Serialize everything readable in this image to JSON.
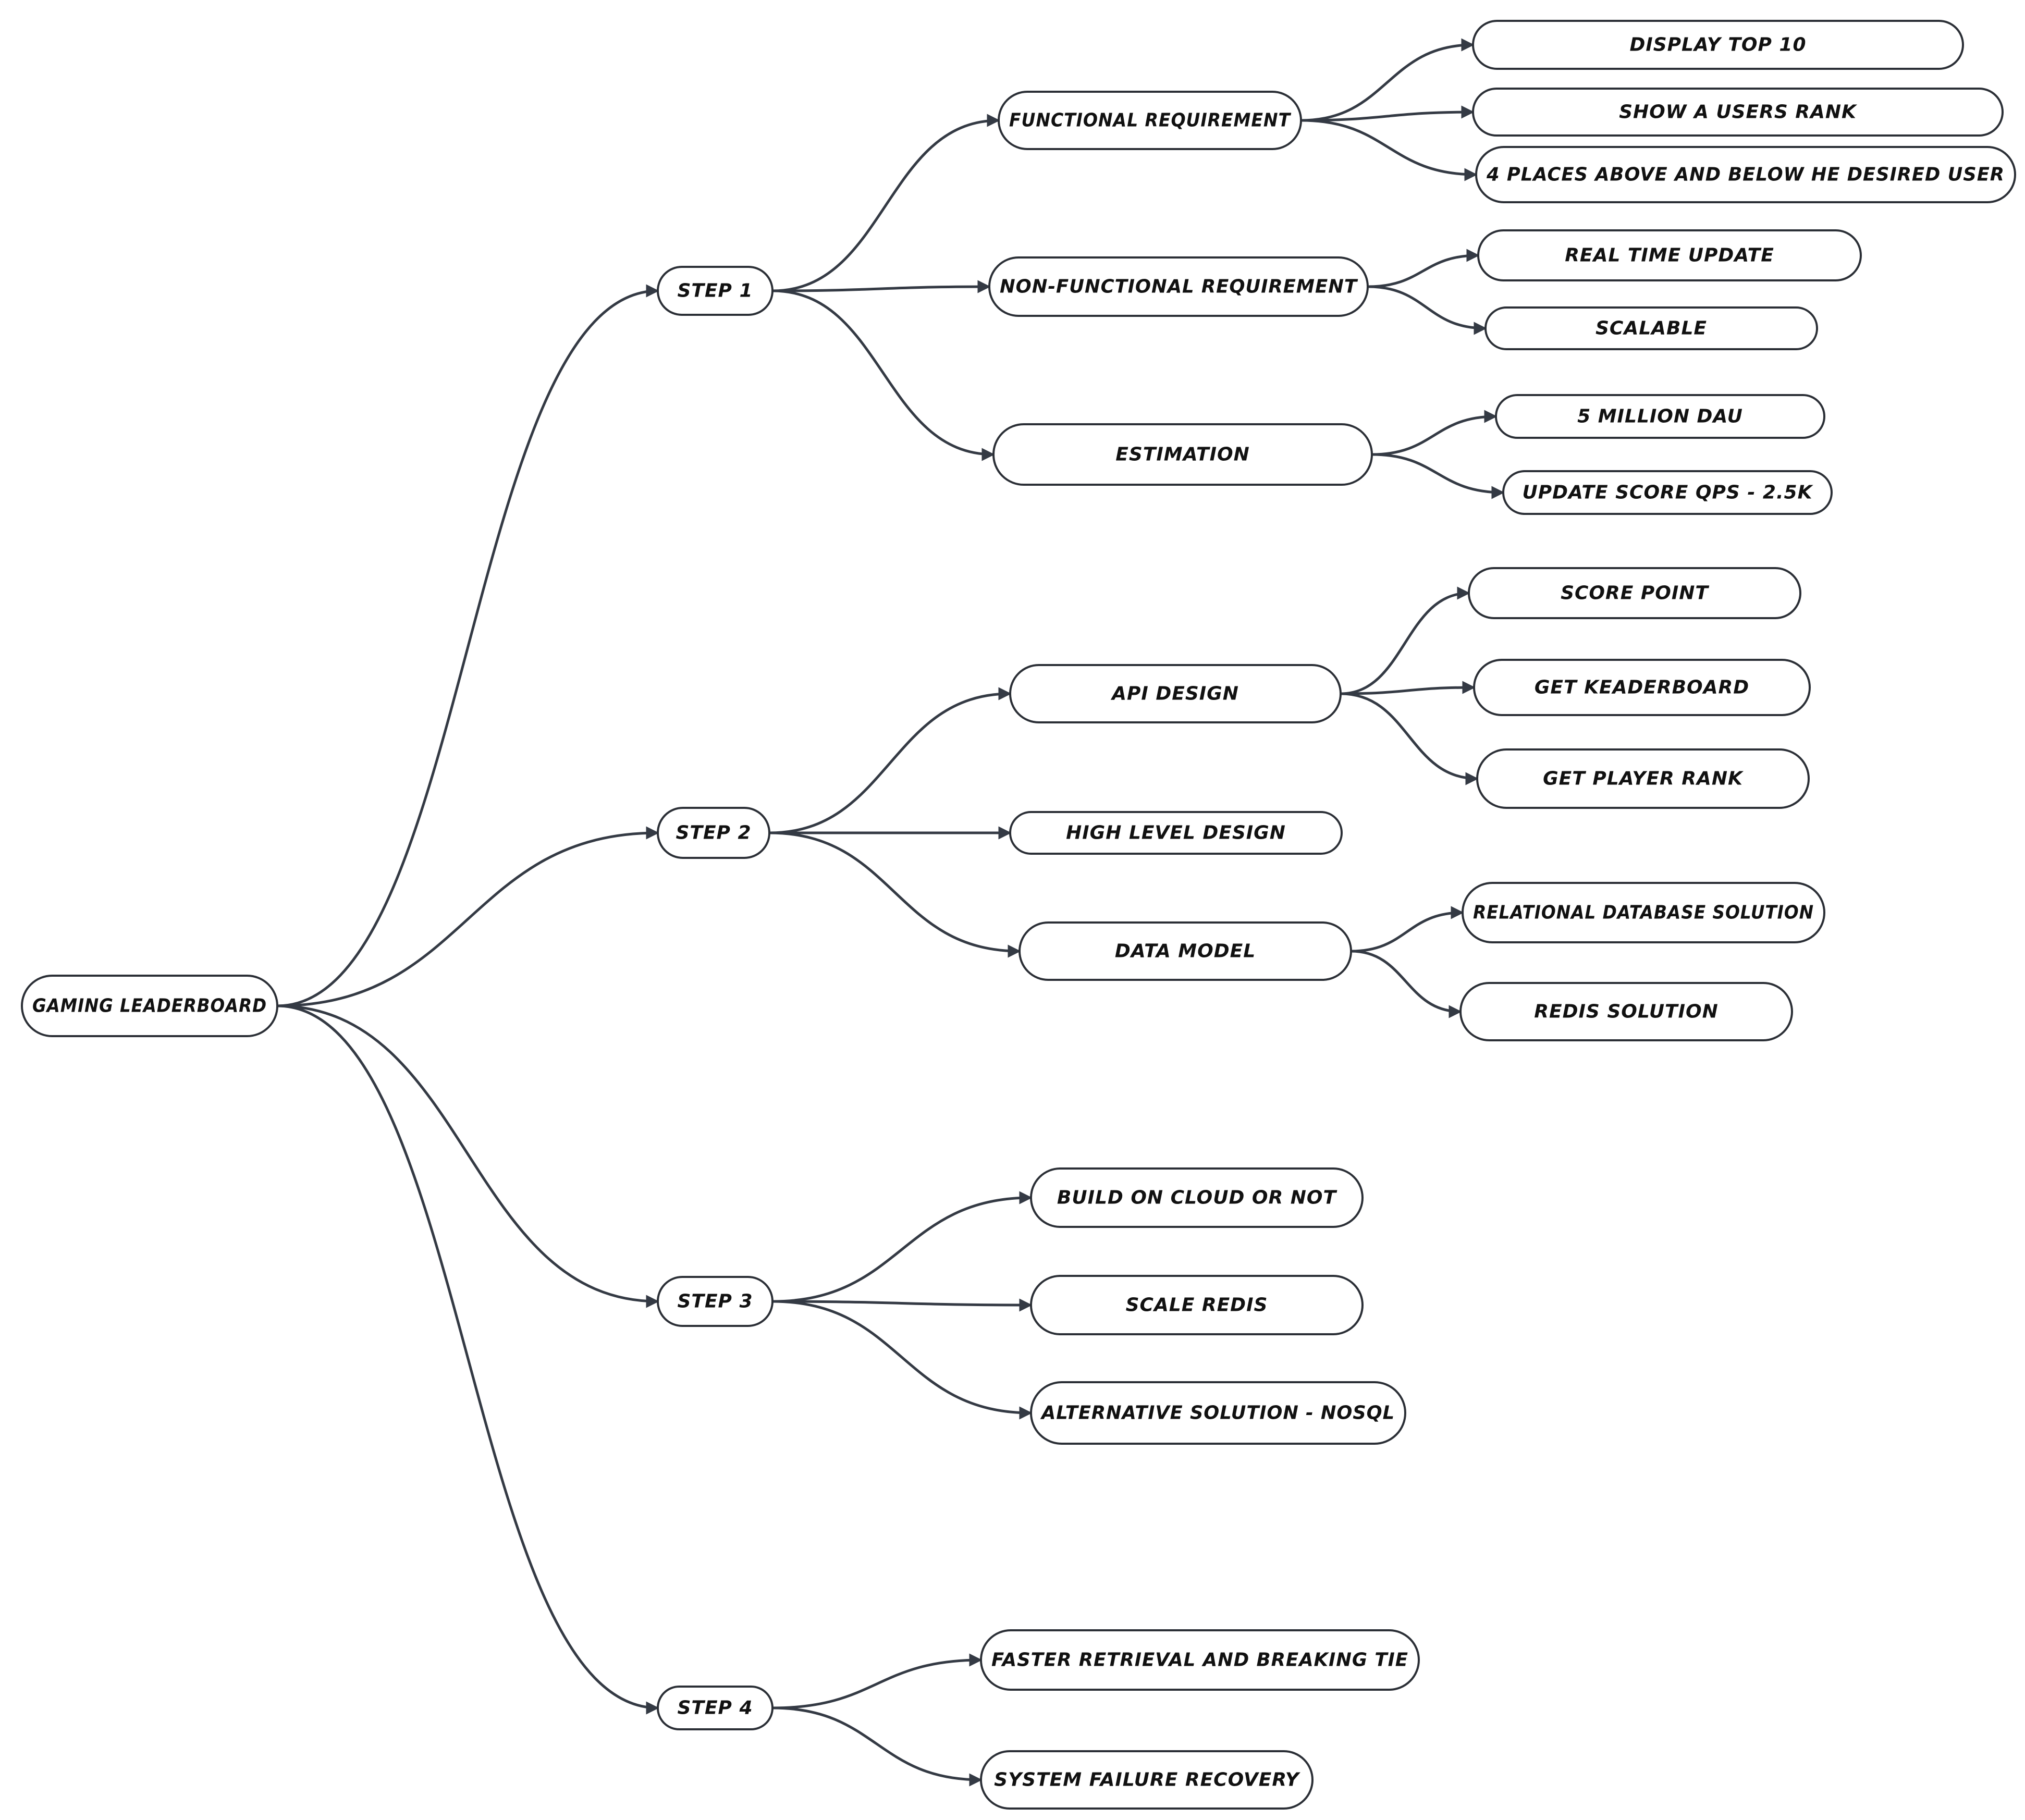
{
  "root": "GAMING LEADERBOARD",
  "steps": [
    {
      "label": "STEP 1",
      "topics": [
        {
          "label": "FUNCTIONAL REQUIREMENT",
          "items": [
            "DISPLAY TOP 10",
            "SHOW A USERS RANK",
            "4 PLACES ABOVE AND BELOW HE DESIRED USER"
          ]
        },
        {
          "label": "NON-FUNCTIONAL REQUIREMENT",
          "items": [
            "REAL TIME UPDATE",
            "SCALABLE"
          ]
        },
        {
          "label": "ESTIMATION",
          "items": [
            "5 MILLION DAU",
            "UPDATE SCORE QPS - 2.5K"
          ]
        }
      ]
    },
    {
      "label": "STEP 2",
      "topics": [
        {
          "label": "API DESIGN",
          "items": [
            "SCORE POINT",
            "GET KEADERBOARD",
            "GET PLAYER RANK"
          ]
        },
        {
          "label": "HIGH LEVEL DESIGN",
          "items": []
        },
        {
          "label": "DATA MODEL",
          "items": [
            "RELATIONAL DATABASE SOLUTION",
            "REDIS SOLUTION"
          ]
        }
      ]
    },
    {
      "label": "STEP 3",
      "topics": [
        {
          "label": "BUILD ON CLOUD OR NOT",
          "items": []
        },
        {
          "label": "SCALE REDIS",
          "items": []
        },
        {
          "label": "ALTERNATIVE SOLUTION - NOSQL",
          "items": []
        }
      ]
    },
    {
      "label": "STEP 4",
      "topics": [
        {
          "label": "FASTER RETRIEVAL AND BREAKING TIE",
          "items": []
        },
        {
          "label": "SYSTEM FAILURE RECOVERY",
          "items": []
        }
      ]
    }
  ]
}
